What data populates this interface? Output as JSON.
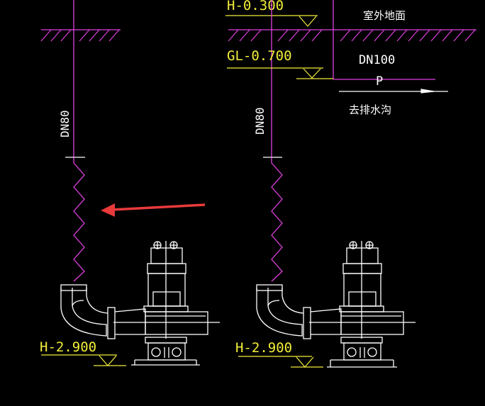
{
  "labels": {
    "top_level": "H-0.300",
    "outdoor_ground": "室外地面",
    "gl_level": "GL-0.700",
    "pipe_size_main": "DN100",
    "pipe_code": "P",
    "to_drain": "去排水沟",
    "pipe_size_left": "DN80",
    "pipe_size_right": "DN80",
    "pump_level_left": "H-2.900",
    "pump_level_right": "H-2.900"
  },
  "colors": {
    "background": "#000000",
    "pipe": "#e040e0",
    "dimension": "#f2ee3a",
    "drawing": "#ffffff",
    "arrow": "#e83a3a"
  },
  "icons": {
    "arrow": "red-pointer-arrow",
    "level_marker": "elevation-triangle-icon"
  }
}
